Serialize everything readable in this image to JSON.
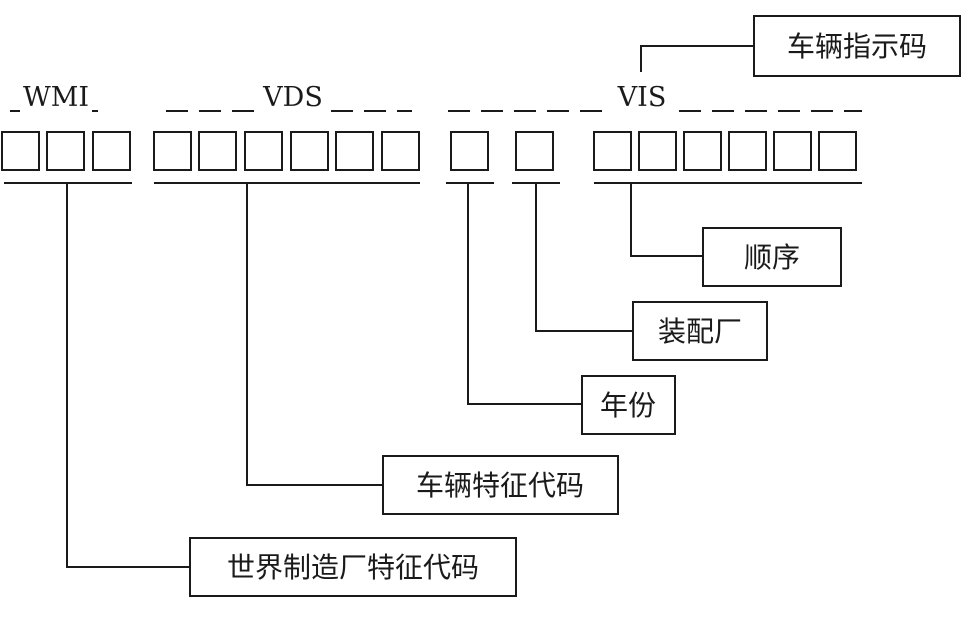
{
  "groups": {
    "wmi": "WMI",
    "vds": "VDS",
    "vis": "VIS"
  },
  "labels": {
    "vehicle_indicator": "车辆指示码",
    "sequence": "顺序",
    "assembly_plant": "装配厂",
    "year": "年份",
    "vehicle_descriptor": "车辆特征代码",
    "wmi": "世界制造厂特征代码"
  },
  "cell_counts": {
    "wmi": 3,
    "vds": 6,
    "year": 1,
    "plant": 1,
    "sequence": 6
  }
}
